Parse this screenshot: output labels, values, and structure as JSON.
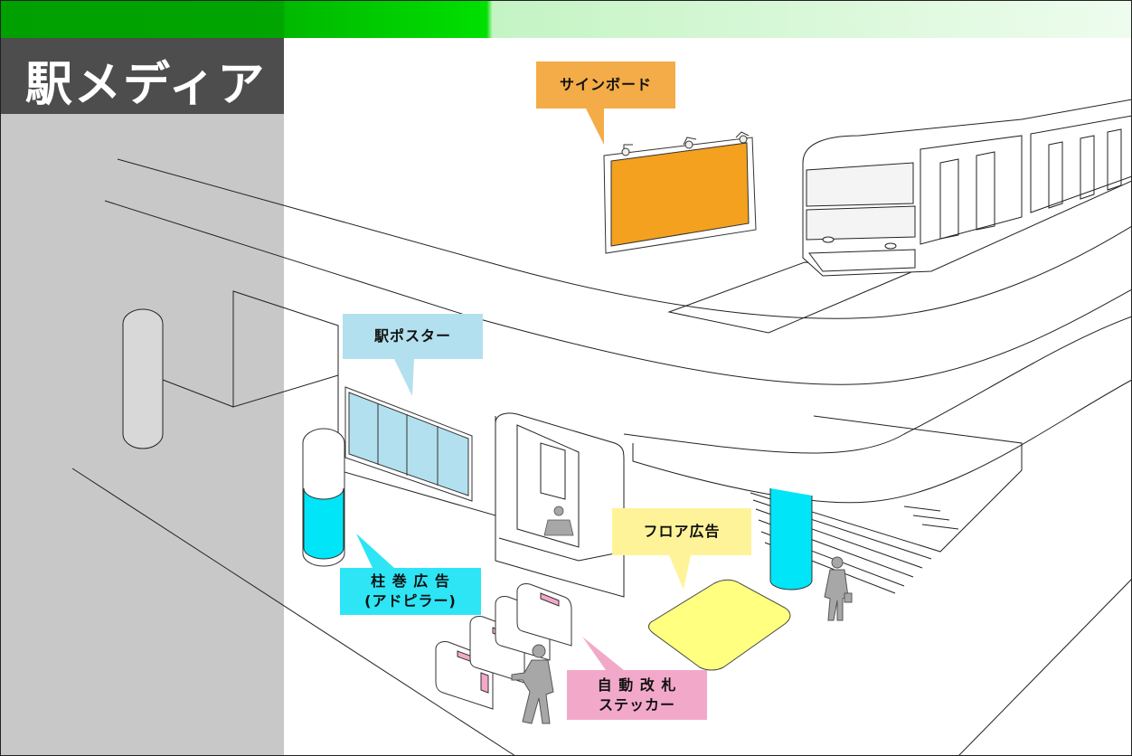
{
  "title": "駅メディア",
  "labels": {
    "signboard": "サインボード",
    "station_poster": "駅ポスター",
    "floor_ad": "フロア広告",
    "pillar_ad_line1": "柱 巻 広 告",
    "pillar_ad_line2": "(アドピラー)",
    "gate_sticker_line1": "自 動 改 札",
    "gate_sticker_line2": "ステッカー"
  },
  "colors": {
    "header_green": "#00cc00",
    "title_band": "#4d4d4d",
    "left_shade": "#c8c8c8",
    "signboard_orange": "#f3a11f",
    "signboard_label": "#f3ac47",
    "poster_blue": "#b3e0ee",
    "pillar_cyan": "#00e5f7",
    "floor_yellow": "#fff280",
    "floor_label": "#fff399",
    "gate_pink": "#f2a9c9",
    "person_gray": "#a7a7a7"
  }
}
